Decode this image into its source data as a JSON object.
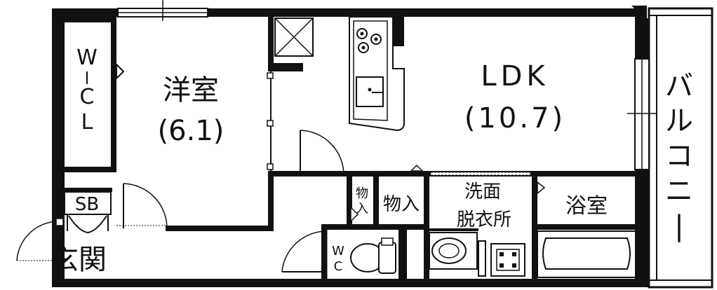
{
  "rooms": {
    "wic": {
      "label": "W",
      "label2": "C",
      "label3": "L"
    },
    "yoshitsu": {
      "name": "洋室",
      "size": "(6.1)"
    },
    "ldk": {
      "name": "LDK",
      "size": "(10.7)"
    },
    "balcony": {
      "label": "バルコニー"
    },
    "sb": {
      "label": "SB"
    },
    "genkan": {
      "label": "玄関"
    },
    "storage_small": {
      "label_top": "物",
      "label_bottom": "入"
    },
    "storage": {
      "label": "物入"
    },
    "senmen": {
      "label1": "洗面",
      "label2": "脱衣所"
    },
    "bath": {
      "label": "浴室"
    },
    "wc": {
      "label1": "W",
      "label2": "C"
    }
  }
}
